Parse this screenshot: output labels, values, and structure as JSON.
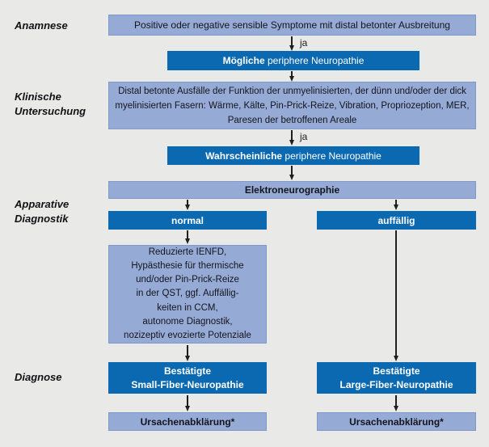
{
  "palette": {
    "background": "#e9e9e7",
    "light_box_fill": "#95aad5",
    "light_box_border": "#7f99c9",
    "light_box_text": "#15151d",
    "dark_box_fill": "#0b69b2",
    "dark_box_text": "#ffffff",
    "arrow_color": "#1f1f1f"
  },
  "row_labels": {
    "anamnese": "Anamnese",
    "klinische_untersuchung": "Klinische\nUntersuchung",
    "apparative_diagnostik": "Apparative\nDiagnostik",
    "diagnose": "Diagnose"
  },
  "flow": {
    "symptoms": "Positive oder negative sensible Symptome mit distal betonter Ausbreitung",
    "ja_1": "ja",
    "possible_neuropathy_bold": "Mögliche",
    "possible_neuropathy_rest": "periphere Neuropathie",
    "clinical_findings": "Distal betonte Ausfälle der Funktion der unmyelinisierten, der dünn und/oder der dick myelinisierten Fasern: Wärme, Kälte, Pin-Prick-Reize, Vibration, Propriozeption, MER, Paresen der betroffenen Areale",
    "ja_2": "ja",
    "probable_neuropathy_bold": "Wahrscheinliche",
    "probable_neuropathy_rest": "periphere Neuropathie",
    "electroneurography": "Elektroneurographie",
    "normal": "normal",
    "abnormal": "auffällig",
    "small_fiber_findings": "Reduzierte IENFD,\nHypästhesie für thermische\nund/oder Pin-Prick-Reize\nin der QST, ggf. Auffällig-\nkeiten in CCM,\nautonome Diagnostik,\nnozizeptiv evozierte Potenziale",
    "small_fiber_diagnosis": "Bestätigte\nSmall-Fiber-Neuropathie",
    "large_fiber_diagnosis": "Bestätigte\nLarge-Fiber-Neuropathie",
    "cause_workup_left": "Ursachenabklärung*",
    "cause_workup_right": "Ursachenabklärung*"
  }
}
